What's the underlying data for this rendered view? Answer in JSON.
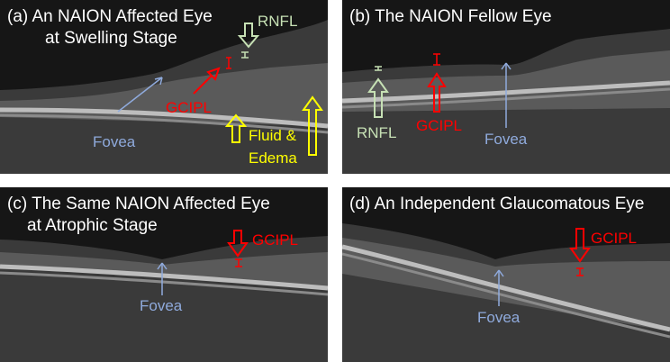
{
  "panels": [
    {
      "title_line1": "(a)  An NAION Affected Eye",
      "title_line2": "at Swelling Stage",
      "labels": {
        "rnfl": "RNFL",
        "gcipl": "GCIPL",
        "fovea": "Fovea",
        "fluid1": "Fluid &",
        "fluid2": "Edema"
      }
    },
    {
      "title_line1": "(b) The NAION Fellow Eye",
      "labels": {
        "rnfl": "RNFL",
        "gcipl": "GCIPL",
        "fovea": "Fovea"
      }
    },
    {
      "title_line1": "(c) The Same NAION Affected Eye",
      "title_line2": "at Atrophic Stage",
      "labels": {
        "gcipl": "GCIPL",
        "fovea": "Fovea"
      }
    },
    {
      "title_line1": "(d) An Independent Glaucomatous Eye",
      "labels": {
        "gcipl": "GCIPL",
        "fovea": "Fovea"
      }
    }
  ],
  "colors": {
    "rnfl": "#c6e0b4",
    "gcipl": "#ff0000",
    "fovea": "#8faadc",
    "fluid": "#ffff00",
    "title": "#ffffff"
  }
}
